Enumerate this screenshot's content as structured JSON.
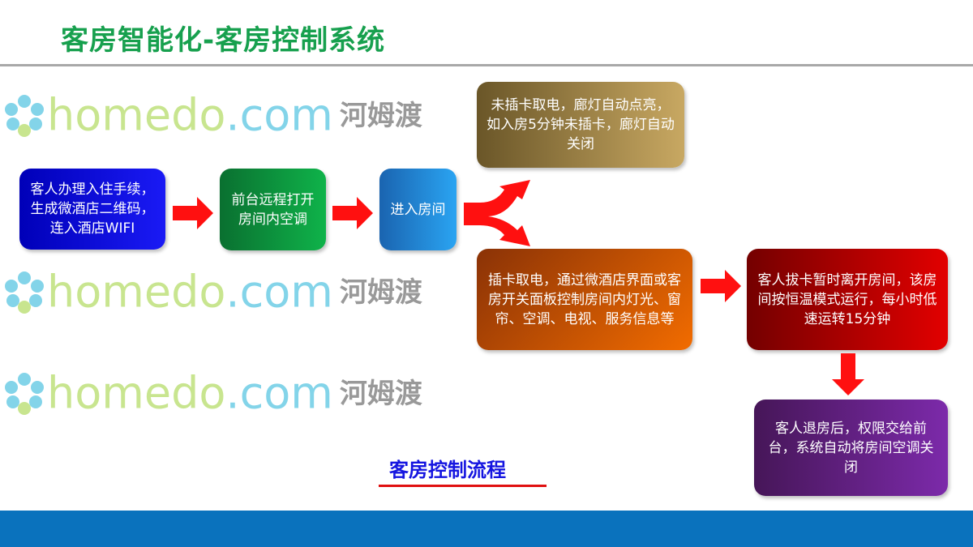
{
  "slide": {
    "title": "客房智能化-客房控制系统",
    "subtitle": "客房控制流程"
  },
  "flow": {
    "checkin": "客人办理入住手续，生成微酒店二维码，连入酒店WIFI",
    "front_desk": "前台远程打开房间内空调",
    "enter_room": "进入房间",
    "no_card": "未插卡取电，廊灯自动点亮，如入房5分钟未插卡，廊灯自动关闭",
    "card_in": "插卡取电，通过微酒店界面或客房开关面板控制房间内灯光、窗帘、空调、电视、服务信息等",
    "card_out": "客人拔卡暂时离开房间，该房间按恒温模式运行，每小时低速运转15分钟",
    "checkout": "客人退房后，权限交给前台，系统自动将房间空调关闭"
  },
  "watermark": {
    "brand_a": "homedo",
    "brand_b": ".com",
    "brand_cn": "河姆渡"
  },
  "colors": {
    "title": "#17a04e",
    "arrow": "#ff1010",
    "footer": "#0a72bd"
  }
}
